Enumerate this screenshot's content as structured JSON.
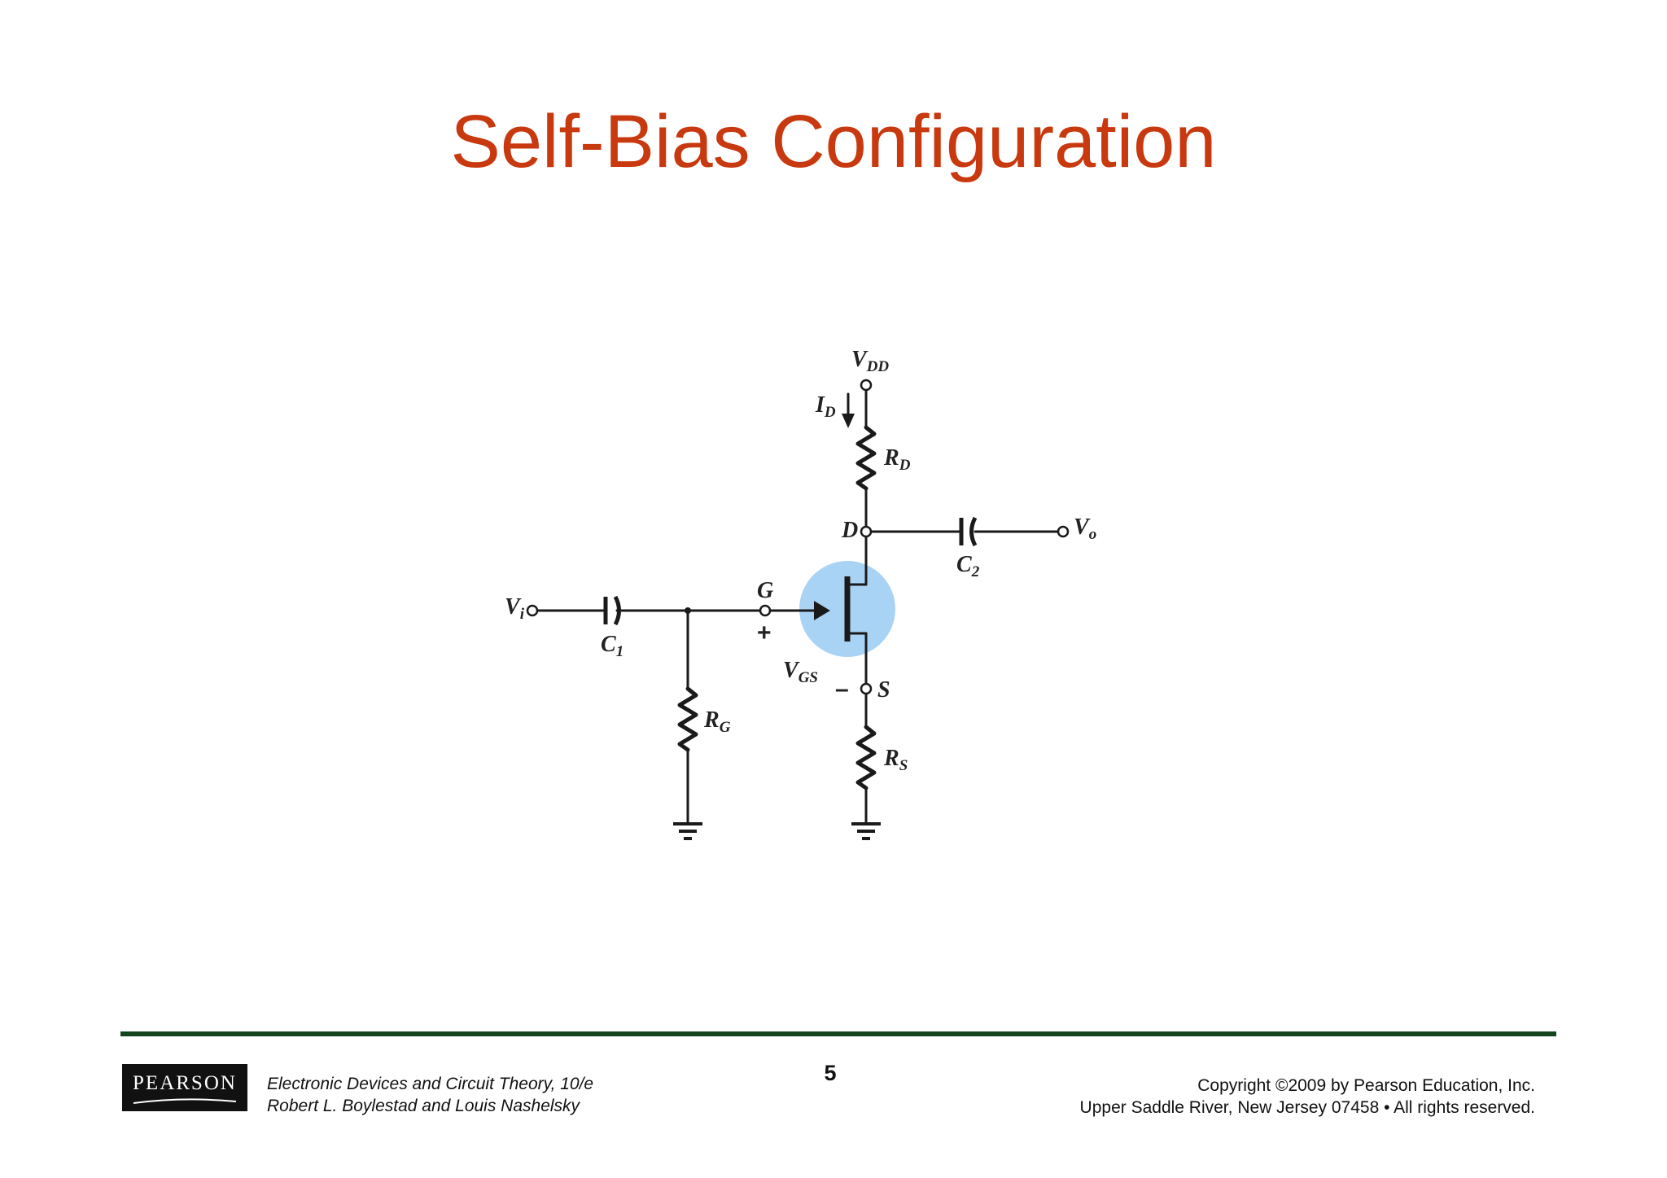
{
  "slide": {
    "title": "Self-Bias Configuration",
    "title_color": "#c8390f",
    "page_number": "5"
  },
  "circuit": {
    "labels": {
      "vdd": "V",
      "vdd_sub": "DD",
      "id": "I",
      "id_sub": "D",
      "rd": "R",
      "rd_sub": "D",
      "d": "D",
      "vo": "V",
      "vo_sub": "o",
      "c2": "C",
      "c2_sub": "2",
      "g": "G",
      "plus": "+",
      "vi": "V",
      "vi_sub": "i",
      "c1": "C",
      "c1_sub": "1",
      "vgs": "V",
      "vgs_sub": "GS",
      "minus": "–",
      "s": "S",
      "rg": "R",
      "rg_sub": "G",
      "rs": "R",
      "rs_sub": "S"
    },
    "highlight_color": "#a9d3f5"
  },
  "footer": {
    "logo_text": "PEARSON",
    "book_title": "Electronic Devices and Circuit Theory, 10/e",
    "authors": "Robert L. Boylestad and Louis Nashelsky",
    "copyright_line1": "Copyright ©2009 by Pearson Education, Inc.",
    "copyright_line2": "Upper Saddle River, New Jersey 07458 • All rights reserved.",
    "rule_color": "#14451d"
  }
}
